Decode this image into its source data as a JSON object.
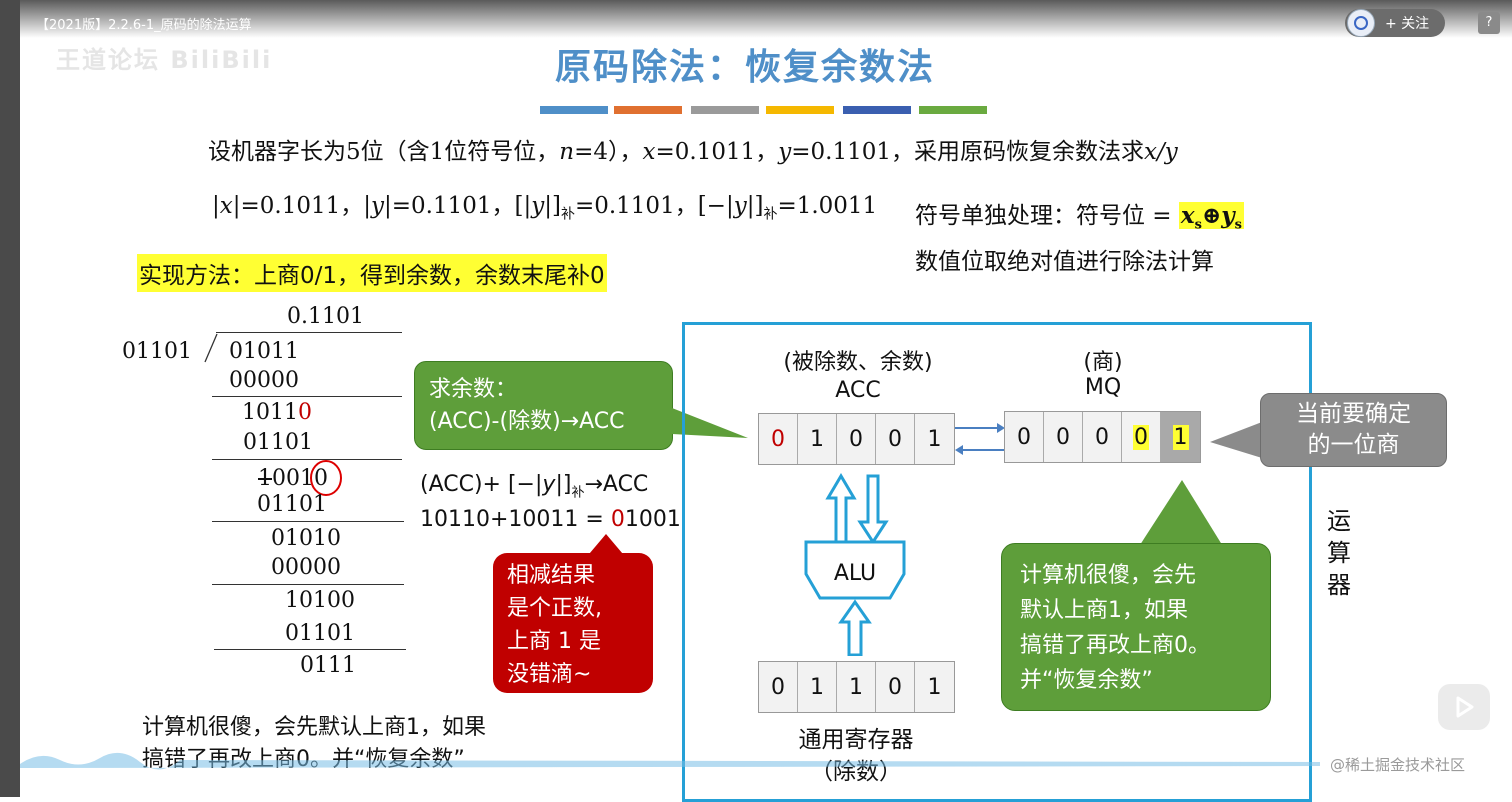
{
  "video": {
    "title": "【2021版】2.2.6-1_原码的除法运算",
    "watermark": "王道论坛 BiliBili",
    "follow_label": "+ 关注",
    "help_label": "?"
  },
  "slide": {
    "title": "原码除法：恢复余数法",
    "title_strip_colors": [
      "#4f8fc8",
      "#e07030",
      "#9a9a9a",
      "#f5b800",
      "#3a5fb0",
      "#6aaa40"
    ],
    "problem": {
      "p1": "设机器字长为5位（含1位符号位，",
      "n": "n",
      "p2": "=4），",
      "x": "x",
      "p3": "=0.1011，",
      "y": "y",
      "p4": "=0.1101，采用原码恢复余数法求",
      "xy": "x/y"
    },
    "given": {
      "p1": "|",
      "x": "x",
      "p2": "|=0.1011，|",
      "y": "y",
      "p3": "|=0.1101，[|",
      "y2": "y",
      "p4": "|]",
      "sub1": "补",
      "p5": "=0.1101，[−|",
      "y3": "y",
      "p6": "|]",
      "sub2": "补",
      "p7": "=1.0011"
    },
    "sign_rule": {
      "label": "符号单独处理：符号位 =",
      "xs": "x",
      "xs_sub": "s",
      "oplus": "⊕",
      "ys": "y",
      "ys_sub": "s"
    },
    "abs_rule": "数值位取绝对值进行除法计算",
    "method": "实现方法：上商0/1，得到余数，余数末尾补0",
    "long_division": {
      "quotient": "0.1101",
      "divisor": "01101",
      "dividend": "01011",
      "rows": [
        "00000",
        "1011",
        "0",
        "01101",
        "1",
        "0010",
        "01101",
        "01010",
        "00000",
        "10100",
        "01101",
        "0111"
      ]
    },
    "callout_remainder": {
      "line1": "求余数：",
      "line2": "(ACC)-(除数)→ACC"
    },
    "formula": {
      "p1": "(ACC)+ [−|",
      "y": "y",
      "p2": "|]",
      "sub": "补",
      "p3": "→ACC",
      "line2_a": "10110+10011 = ",
      "line2_red": "0",
      "line2_b": "1001"
    },
    "callout_positive": [
      "相减结果",
      "是个正数,",
      "上商 1 是",
      "没错滴~"
    ],
    "unit": {
      "acc_caption": "(被除数、余数)",
      "acc_label": "ACC",
      "mq_caption": "(商)",
      "mq_label": "MQ",
      "acc_bits": [
        "0",
        "1",
        "0",
        "0",
        "1"
      ],
      "mq_bits": [
        "0",
        "0",
        "0",
        "0",
        "1"
      ],
      "alu_label": "ALU",
      "gpr_bits": [
        "0",
        "1",
        "1",
        "0",
        "1"
      ],
      "gpr_caption": "通用寄存器",
      "gpr_sub": "（除数）",
      "vertical": [
        "运",
        "算",
        "器"
      ]
    },
    "callout_current": [
      "当前要确定",
      "的一位商"
    ],
    "callout_guess": [
      "计算机很傻，会先",
      "默认上商1，如果",
      "搞错了再改上商0。",
      "并“恢复余数”"
    ],
    "summary": [
      "计算机很傻，会先默认上商1，如果",
      "搞错了再改上商0。并“恢复余数”"
    ],
    "colors": {
      "title_blue": "#4f8fc8",
      "highlight_yellow": "#ffff33",
      "callout_green": "#5e9e3a",
      "callout_red": "#c00000",
      "frame_blue": "#25a0d6"
    }
  },
  "credit": "@稀土掘金技术社区"
}
